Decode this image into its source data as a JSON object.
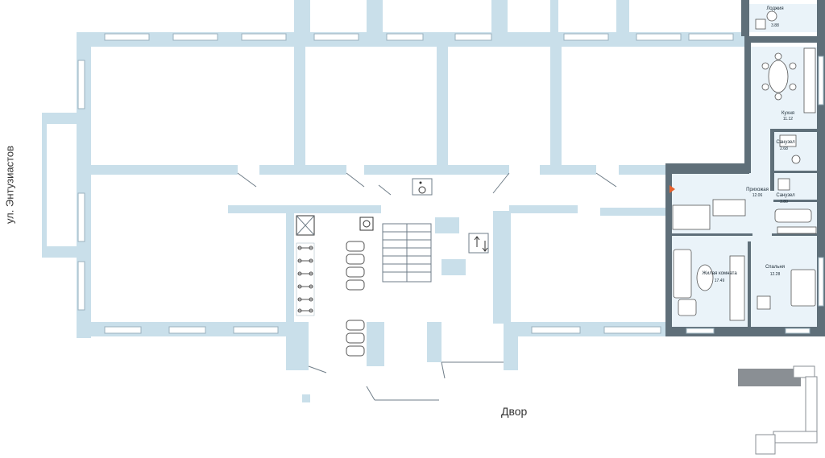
{
  "street_label": "ул. Энтузиастов",
  "yard_label": "Двор",
  "apartment": {
    "rooms": [
      {
        "id": "loggia",
        "name": "Лоджия",
        "area": "3.88"
      },
      {
        "id": "kitchen",
        "name": "Кухня",
        "area": "11.12"
      },
      {
        "id": "bath1",
        "name": "Санузел",
        "area": "2.68"
      },
      {
        "id": "hall",
        "name": "Прихожая",
        "area": "12.06"
      },
      {
        "id": "bath2",
        "name": "Санузел",
        "area": "3.80"
      },
      {
        "id": "living",
        "name": "Жилая комната",
        "area": "17.49"
      },
      {
        "id": "bedroom",
        "name": "Спальня",
        "area": "12.28"
      }
    ]
  },
  "colors": {
    "wall": "#c9dfea",
    "apartment_wall": "#5f6f79",
    "apartment_fill": "#eaf3f9",
    "entrance_marker": "#e8612c"
  }
}
